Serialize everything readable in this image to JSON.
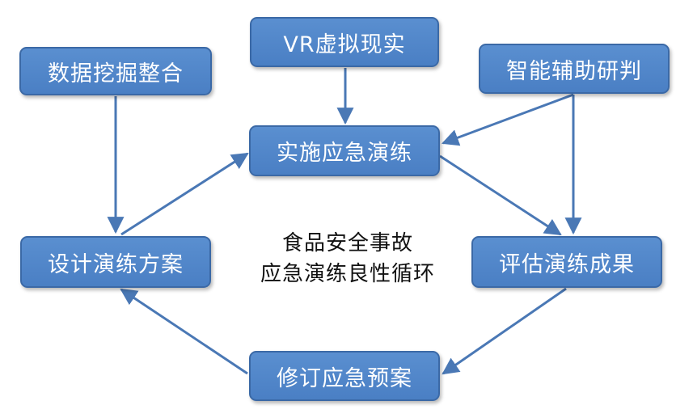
{
  "nodes": {
    "vr": "VR虚拟现实",
    "data_mining": "数据挖掘整合",
    "smart_judgment": "智能辅助研判",
    "implement_drill": "实施应急演练",
    "design_plan": "设计演练方案",
    "evaluate_results": "评估演练成果",
    "revise_plan": "修订应急预案"
  },
  "center": {
    "line1": "食品安全事故",
    "line2": "应急演练良性循环"
  },
  "colors": {
    "box_fill": "#4f86c9",
    "box_border": "#3b69a6",
    "arrow": "#4a78b5",
    "text": "#111111"
  }
}
